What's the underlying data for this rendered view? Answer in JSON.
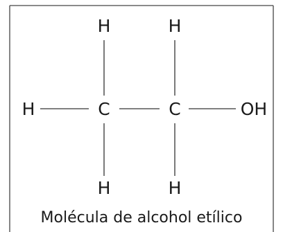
{
  "molecule": {
    "caption": "Molécula de alcohol etílico",
    "atoms": {
      "h_top_1": "H",
      "h_top_2": "H",
      "h_left": "H",
      "c_1": "C",
      "c_2": "C",
      "oh": "OH",
      "h_bottom_1": "H",
      "h_bottom_2": "H"
    }
  },
  "colors": {
    "frame": "#444444",
    "text": "#1a1a1a",
    "bond": "#333333"
  }
}
